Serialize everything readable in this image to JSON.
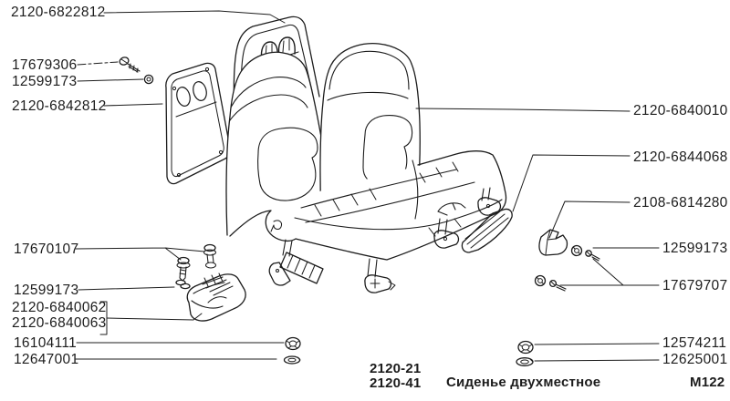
{
  "figure": {
    "caption": "Сиденье двухместное",
    "model_codes": [
      "2120-21",
      "2120-41"
    ],
    "sheet_code": "М122"
  },
  "colors": {
    "ink": "#1c1c1c",
    "paper": "#ffffff"
  },
  "icons": {
    "screw": "screw-icon",
    "washer": "washer-icon",
    "nut": "nut-icon"
  },
  "callouts": [
    {
      "part": "2120-6822812",
      "side": "left",
      "points_to": "backrest-frame"
    },
    {
      "part": "17679306",
      "side": "left",
      "points_to": "screw-icon"
    },
    {
      "part": "12599173",
      "side": "left",
      "points_to": "washer-icon"
    },
    {
      "part": "2120-6842812",
      "side": "left",
      "points_to": "back-panel"
    },
    {
      "part": "17670107",
      "side": "left",
      "points_to": "screw-icon"
    },
    {
      "part": "12599173",
      "side": "left",
      "points_to": "washer-icon"
    },
    {
      "part": "2120-6840062",
      "side": "left",
      "points_to": "latch-cover"
    },
    {
      "part": "2120-6840063",
      "side": "left",
      "points_to": "latch-cover"
    },
    {
      "part": "16104111",
      "side": "left",
      "points_to": "nut-icon"
    },
    {
      "part": "12647001",
      "side": "left",
      "points_to": "washer-icon"
    },
    {
      "part": "2120-6840010",
      "side": "right",
      "points_to": "seat-assembly"
    },
    {
      "part": "2120-6844068",
      "side": "right",
      "points_to": "sill-trim"
    },
    {
      "part": "2108-6814280",
      "side": "right",
      "points_to": "bracket"
    },
    {
      "part": "12599173",
      "side": "right",
      "points_to": "washer-icon"
    },
    {
      "part": "17679707",
      "side": "right",
      "points_to": "screw-icon"
    },
    {
      "part": "12574211",
      "side": "right",
      "points_to": "nut-icon"
    },
    {
      "part": "12625001",
      "side": "right",
      "points_to": "washer-icon"
    }
  ]
}
